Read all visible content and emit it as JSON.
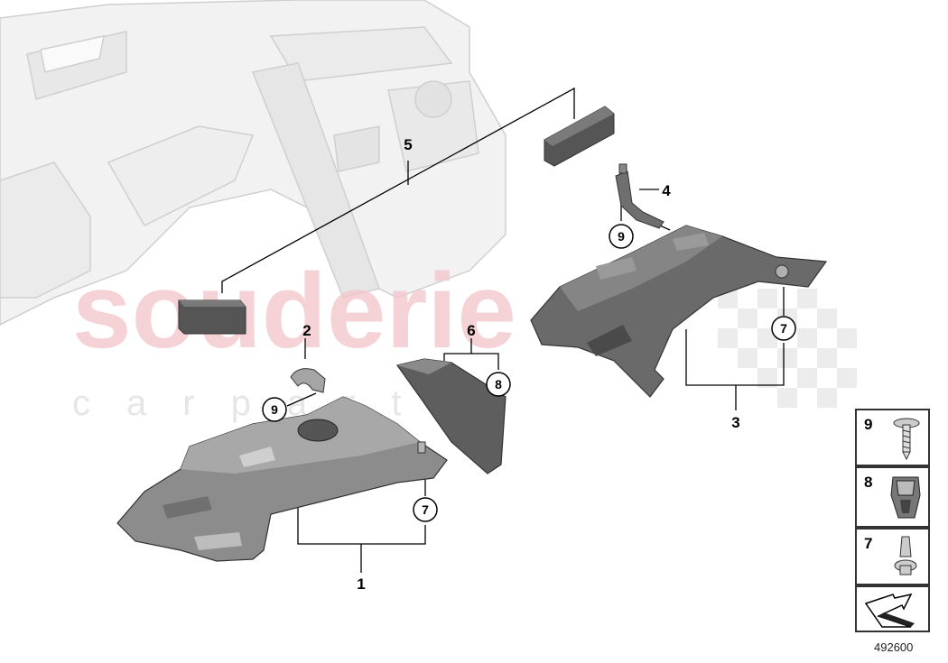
{
  "watermark": {
    "brand": "souderie",
    "sub": "carparts"
  },
  "callouts": [
    "1",
    "2",
    "3",
    "4",
    "5",
    "6"
  ],
  "circled": [
    "9",
    "9",
    "7",
    "7",
    "8"
  ],
  "legend": [
    {
      "num": "9",
      "icon": "screw-icon"
    },
    {
      "num": "8",
      "icon": "clip-nut-icon"
    },
    {
      "num": "7",
      "icon": "expanding-rivet-icon"
    }
  ],
  "diagram_id": "492600"
}
